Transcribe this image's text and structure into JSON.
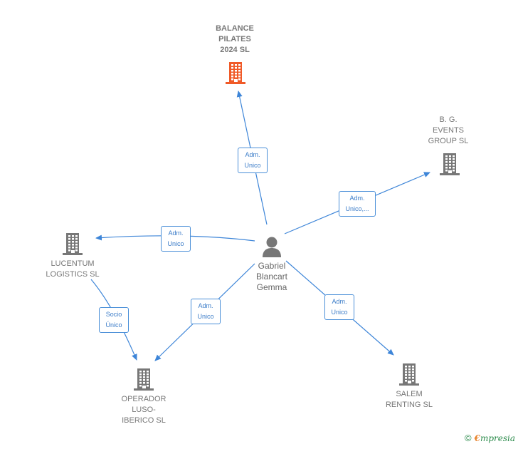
{
  "colors": {
    "edge": "#3d85d8",
    "building_default": "#777777",
    "building_highlight": "#f05a28",
    "person": "#777777"
  },
  "person": {
    "name": "Gabriel\nBlancart\nGemma",
    "icon": "person-icon"
  },
  "companies": [
    {
      "id": "balance",
      "name": "BALANCE\nPILATES\n2024  SL",
      "icon": "building-icon",
      "highlight": true
    },
    {
      "id": "bg",
      "name": "B.  G.\nEVENTS\nGROUP SL",
      "icon": "building-icon",
      "highlight": false
    },
    {
      "id": "lucentum",
      "name": "LUCENTUM\nLOGISTICS  SL",
      "icon": "building-icon",
      "highlight": false
    },
    {
      "id": "operador",
      "name": "OPERADOR\nLUSO-\nIBERICO  SL",
      "icon": "building-icon",
      "highlight": false
    },
    {
      "id": "salem",
      "name": "SALEM\nRENTING  SL",
      "icon": "building-icon",
      "highlight": false
    }
  ],
  "edges": [
    {
      "from": "person",
      "to": "balance",
      "label": "Adm.\nUnico"
    },
    {
      "from": "person",
      "to": "bg",
      "label": "Adm.\nUnico,..."
    },
    {
      "from": "person",
      "to": "lucentum",
      "label": "Adm.\nUnico"
    },
    {
      "from": "person",
      "to": "operador",
      "label": "Adm.\nUnico"
    },
    {
      "from": "person",
      "to": "salem",
      "label": "Adm.\nUnico"
    },
    {
      "from": "lucentum",
      "to": "operador",
      "label": "Socio\nÚnico"
    }
  ],
  "footer": {
    "copyright": "©",
    "brand_first": "€",
    "brand_rest": "mpresia"
  }
}
